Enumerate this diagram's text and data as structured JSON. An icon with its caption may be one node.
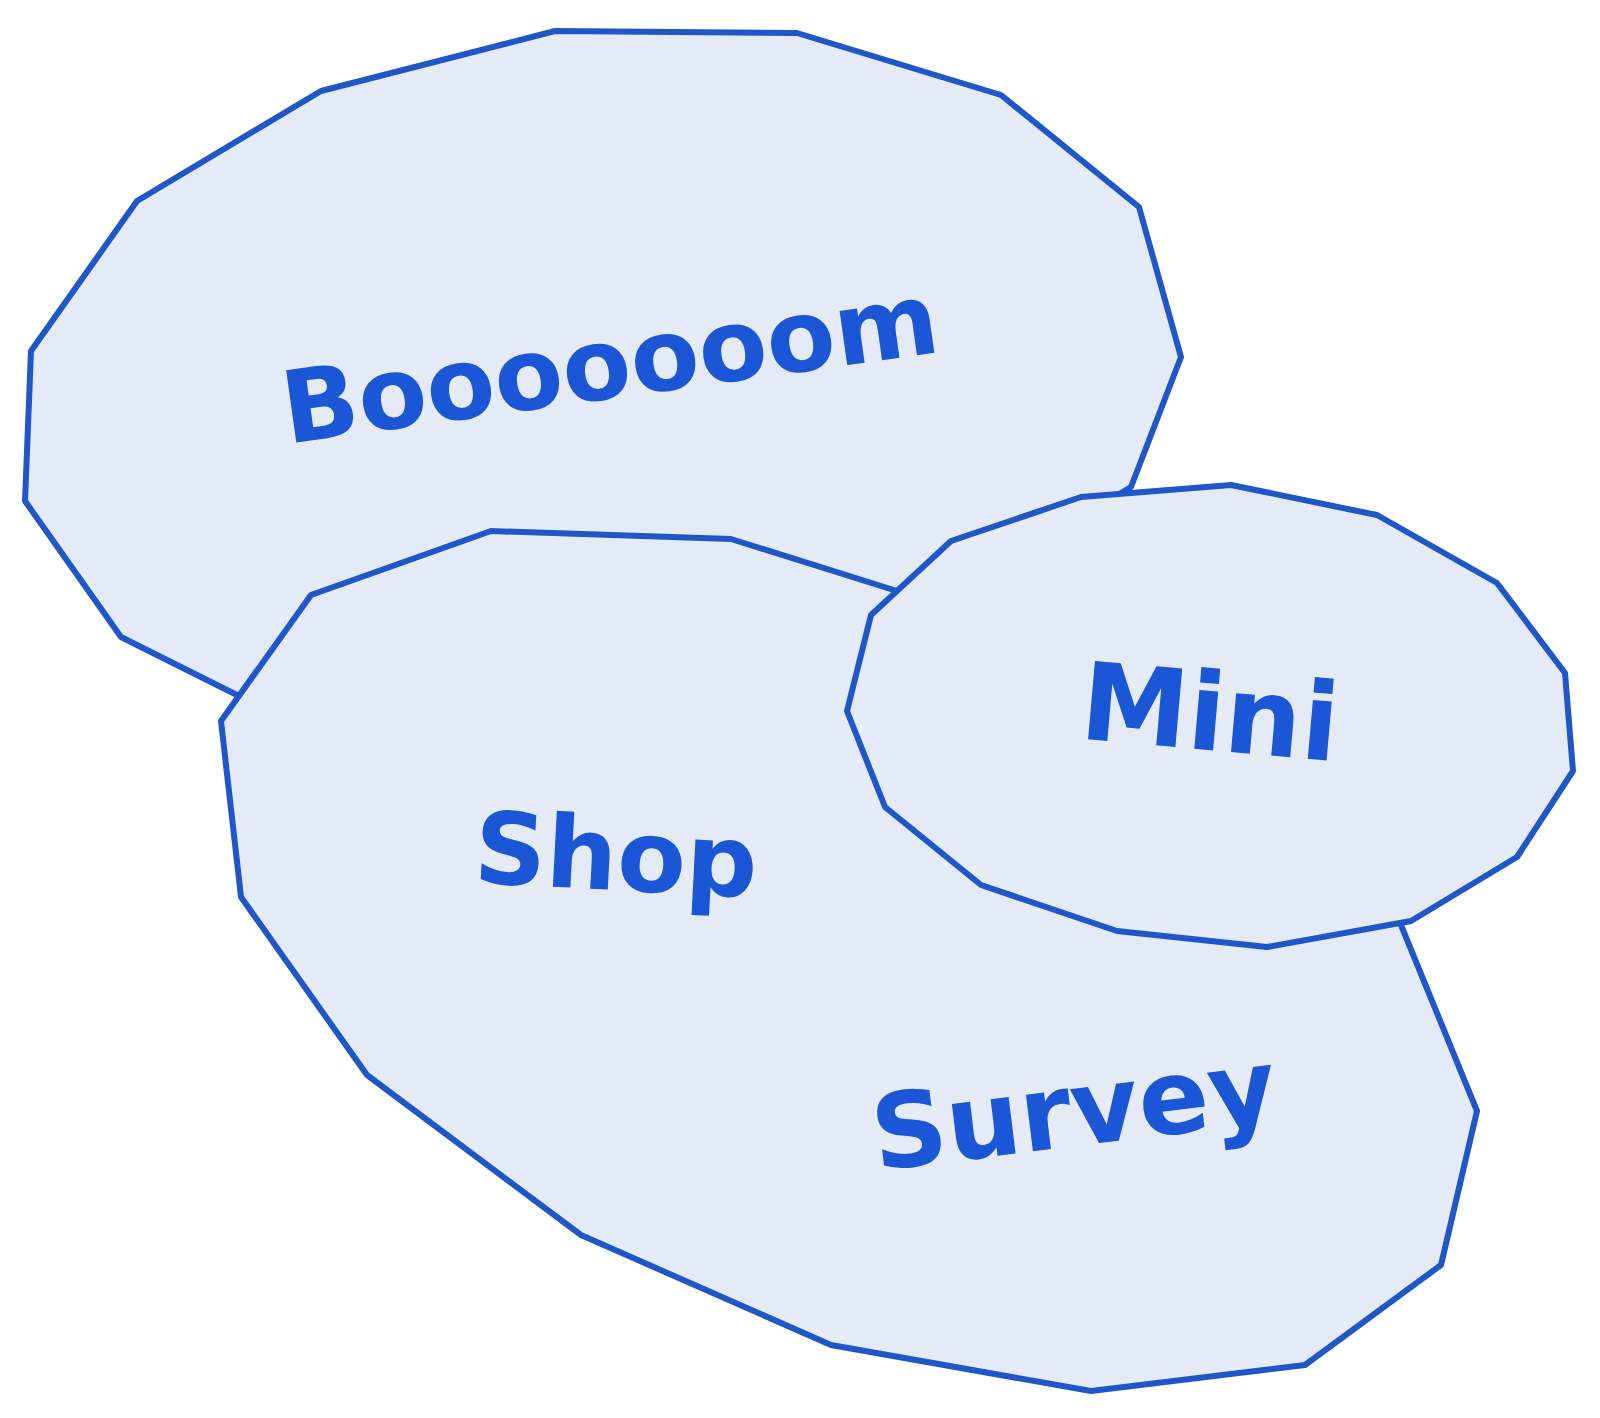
{
  "diagram": {
    "nodes": [
      {
        "text": [
          "Booooooom"
        ]
      },
      {
        "text": [
          "Shop",
          "Survey"
        ]
      },
      {
        "text": [
          "Mini"
        ]
      }
    ]
  }
}
